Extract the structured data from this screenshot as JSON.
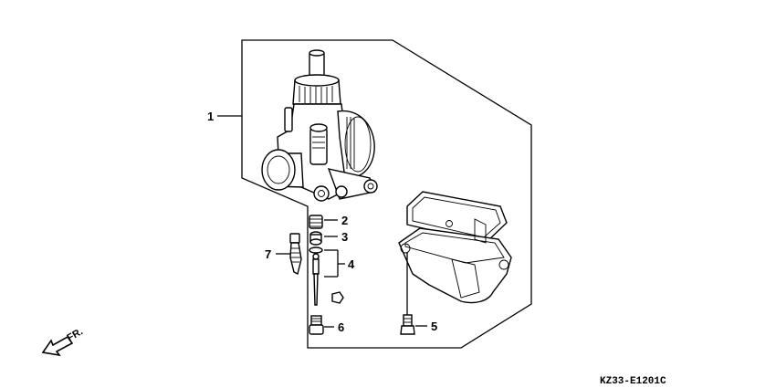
{
  "diagram": {
    "callouts": [
      {
        "id": "1",
        "label": "1"
      },
      {
        "id": "2",
        "label": "2"
      },
      {
        "id": "3",
        "label": "3"
      },
      {
        "id": "4",
        "label": "4"
      },
      {
        "id": "5",
        "label": "5"
      },
      {
        "id": "6",
        "label": "6"
      },
      {
        "id": "7",
        "label": "7"
      }
    ],
    "direction_label": "FR.",
    "diagram_code": "KZ33-E1201C"
  }
}
